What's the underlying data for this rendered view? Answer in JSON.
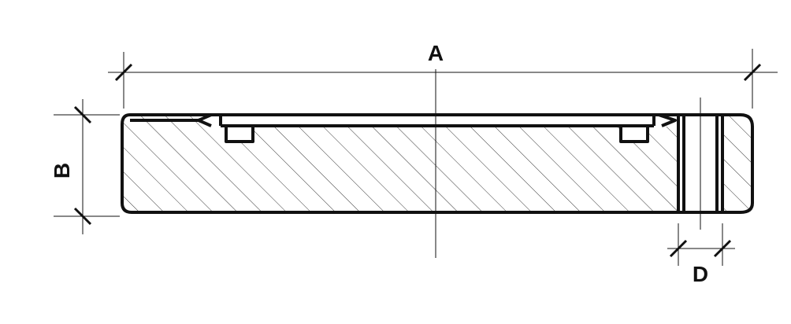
{
  "drawing": {
    "dimensions": {
      "a": "A",
      "b": "B",
      "d": "D"
    },
    "line_color": "#111111",
    "background": "#ffffff"
  }
}
